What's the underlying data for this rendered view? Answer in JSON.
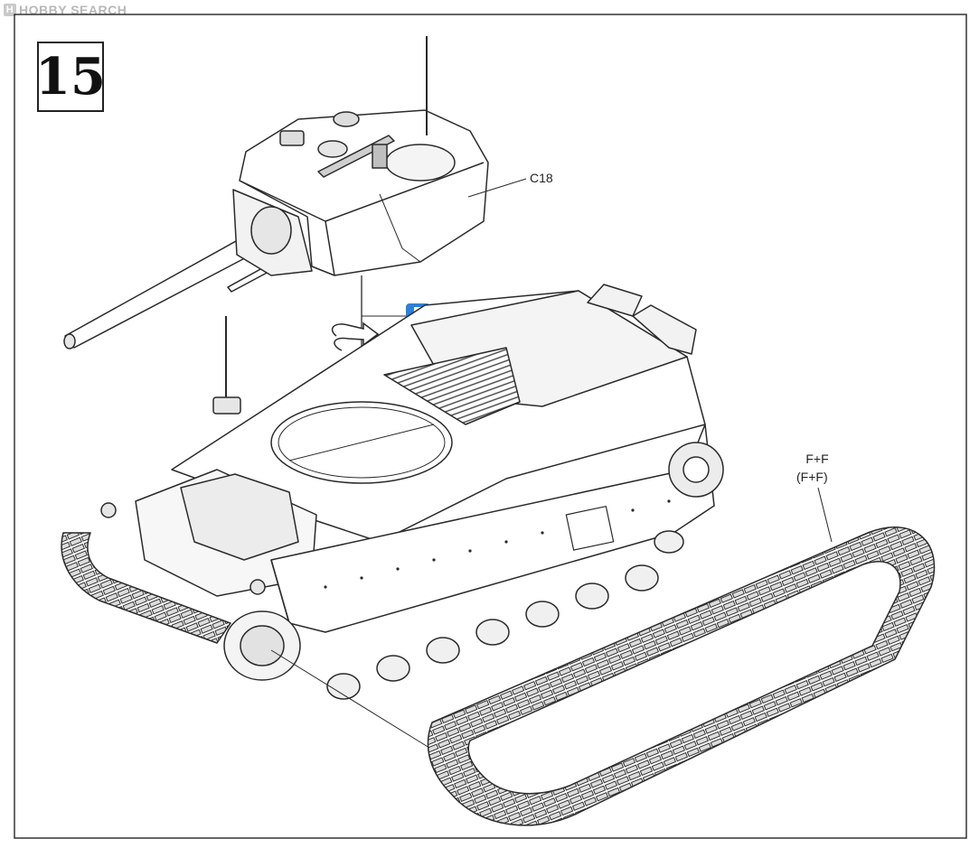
{
  "watermark": {
    "text": "HOBBY SEARCH",
    "badge": "H"
  },
  "step": {
    "number": "15"
  },
  "labels": {
    "turret_part": "C18",
    "track_part": "F+F",
    "track_part_alt": "(F+F)"
  },
  "icons": {
    "cement": "cement-bottle-icon",
    "rotate": "rotate-arrow-icon",
    "drop": "down-arrow-icon"
  },
  "colors": {
    "line": "#2a2a2a",
    "fill": "#ffffff",
    "shade": "#e6e6e6",
    "cement": "#2f7fd6"
  }
}
